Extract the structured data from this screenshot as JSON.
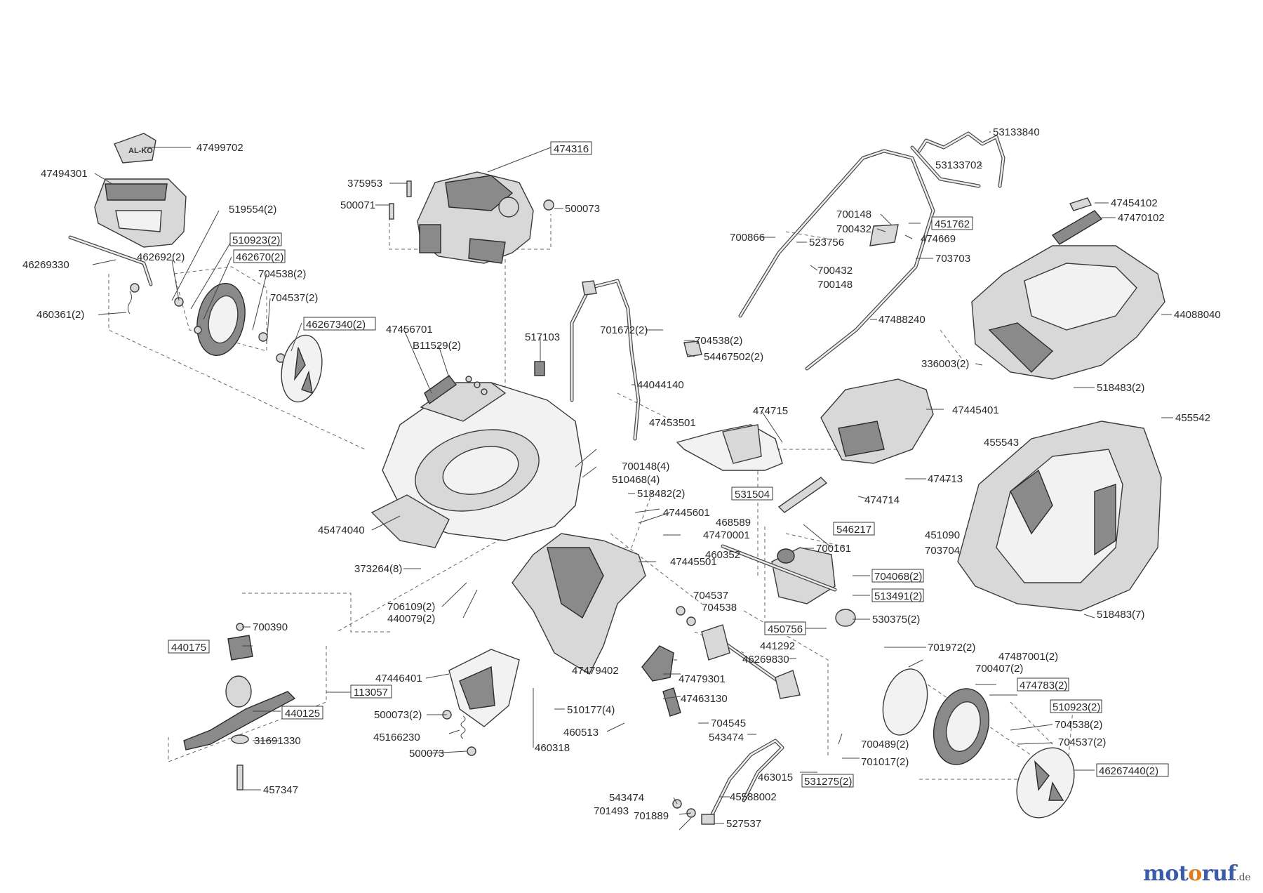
{
  "brand": {
    "p1": "mot",
    "p2": "o",
    "p3": "ruf",
    "tld": ".de"
  },
  "labels": {
    "l47499702": "47499702",
    "l47494301": "47494301",
    "l519554": "519554(2)",
    "l510923a": "510923(2)",
    "l462670": "462670(2)",
    "l46269330": "46269330",
    "l462692": "462692(2)",
    "l704538a": "704538(2)",
    "l704537a": "704537(2)",
    "l460361": "460361(2)",
    "l46267340": "46267340(2)",
    "l474316": "474316",
    "l375953": "375953",
    "l500071": "500071",
    "l500073a": "500073",
    "l47456701": "47456701",
    "lB11529": "B11529(2)",
    "l517103": "517103",
    "l701672": "701672(2)",
    "l704538b": "704538(2)",
    "l54467502": "54467502(2)",
    "l44044140": "44044140",
    "l47453501": "47453501",
    "l474715": "474715",
    "l47445401": "47445401",
    "l700148a": "700148(4)",
    "l510468": "510468(4)",
    "l518482": "518482(2)",
    "l47445601": "47445601",
    "l468589": "468589",
    "l47470001": "47470001",
    "l47445501": "47445501",
    "l45474040": "45474040",
    "l373264": "373264(8)",
    "l706109": "706109(2)",
    "l440079": "440079(2)",
    "l700390": "700390",
    "l440175": "440175",
    "l113057": "113057",
    "l440125": "440125",
    "l31691330": "31691330",
    "l457347": "457347",
    "l47446401": "47446401",
    "l500073b": "500073(2)",
    "l45166230": "45166230",
    "l500073c": "500073",
    "l510177": "510177(4)",
    "l460318": "460318",
    "l460513": "460513",
    "l53133840": "53133840",
    "l53133702": "53133702",
    "l700148b": "700148",
    "l700432a": "700432",
    "l451762": "451762",
    "l700866": "700866",
    "l523756": "523756",
    "l474669": "474669",
    "l703703": "703703",
    "l700432b": "700432",
    "l700148c": "700148",
    "l47488240": "47488240",
    "l47454102": "47454102",
    "l47470102": "47470102",
    "l44088040": "44088040",
    "l336003": "336003(2)",
    "l518483a": "518483(2)",
    "l455542": "455542",
    "l455543": "455543",
    "l474713": "474713",
    "l531504": "531504",
    "l474714": "474714",
    "l546217": "546217",
    "l451090": "451090",
    "l700161": "700161",
    "l703704": "703704",
    "l460352": "460352",
    "l704068": "704068(2)",
    "l513491": "513491(2)",
    "l704537b": "704537",
    "l704538c": "704538",
    "l450756": "450756",
    "l530375": "530375(2)",
    "l441292": "441292",
    "l46269830": "46269830",
    "l518483b": "518483(7)",
    "l701972": "701972(2)",
    "l47487001": "47487001(2)",
    "l700407": "700407(2)",
    "l474783": "474783(2)",
    "l510923b": "510923(2)",
    "l704538d": "704538(2)",
    "l704537c": "704537(2)",
    "l46267440": "46267440(2)",
    "l47479402": "47479402",
    "l47479301": "47479301",
    "l47463130": "47463130",
    "l704545": "704545",
    "l543474a": "543474",
    "l463015": "463015",
    "l700489": "700489(2)",
    "l701017": "701017(2)",
    "l531275": "531275(2)",
    "l543474b": "543474",
    "l701493": "701493",
    "l701889": "701889",
    "l45588002": "45588002",
    "l527537": "527537"
  }
}
